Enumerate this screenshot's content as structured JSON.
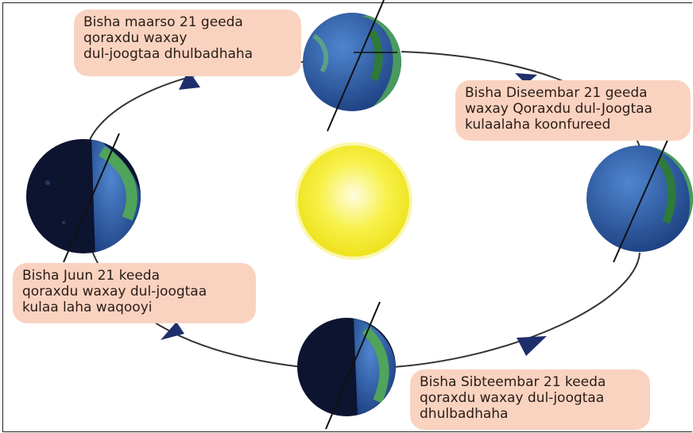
{
  "labels": {
    "march": "Bisha maarso 21 geeda\nqoraxdu waxay\ndul-joogtaa dhulbadhaha",
    "december": "Bisha Diseembar 21 geeda\nwaxay Qoraxdu dul-Joogtaa\nkulaalaha koonfureed",
    "june": "Bisha Juun 21 keeda\nqoraxdu waxay dul-joogtaa\nkulaa laha waqooyi",
    "september": "Bisha Sibteembar 21 keeda\nqoraxdu waxay dul-joogtaa\ndhulbadhaha"
  },
  "colors": {
    "label_background": "#f9d3c0",
    "sun": "#f5ee3a",
    "orbit": "#333333",
    "arrow": "#1f2f6b",
    "ocean": "#2e5fa8",
    "land": "#4fa35a",
    "night": "#0c1430"
  },
  "icons": {
    "sun": "sun-icon",
    "earth": "earth-globe-icon",
    "orbit_arrow": "triangle-arrow-icon"
  }
}
